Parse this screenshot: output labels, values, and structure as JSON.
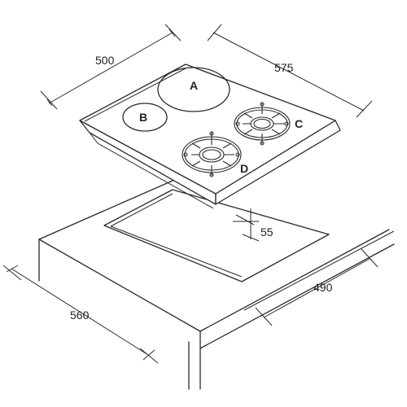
{
  "dimensions": {
    "hob_depth": "500",
    "hob_width": "575",
    "cutout_depth_gap": "55",
    "cutout_width": "490",
    "worktop_depth": "560"
  },
  "zones": {
    "a": "A",
    "b": "B",
    "c": "C",
    "d": "D"
  }
}
